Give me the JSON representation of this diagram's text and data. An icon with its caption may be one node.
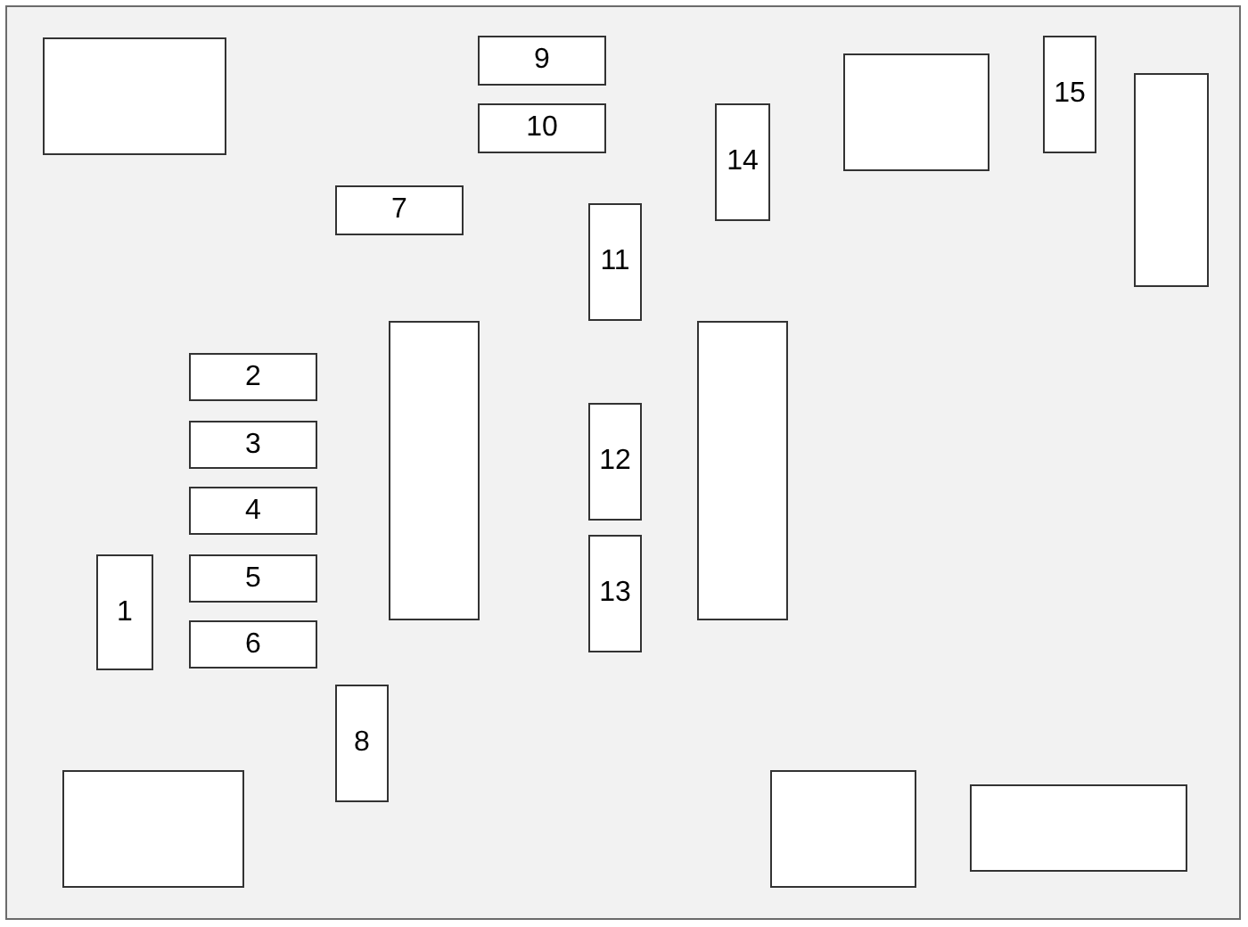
{
  "diagram": {
    "nodes": [
      {
        "text": [],
        "shape": "box"
      },
      {
        "text": [
          "1"
        ],
        "in": 0
      },
      {
        "text": [
          "2"
        ],
        "in": 0
      },
      {
        "text": [
          "3"
        ],
        "in": 0
      },
      {
        "text": [
          "4"
        ],
        "in": 0
      },
      {
        "text": [
          "5"
        ],
        "in": 0
      },
      {
        "text": [
          "6"
        ],
        "in": 0
      },
      {
        "text": [
          "7"
        ],
        "in": 0
      },
      {
        "text": [
          "8"
        ],
        "in": 0
      },
      {
        "text": [
          "9"
        ],
        "in": 0
      },
      {
        "text": [
          "10"
        ],
        "in": 0
      },
      {
        "text": [
          "11"
        ],
        "in": 0
      },
      {
        "text": [
          "12"
        ],
        "in": 0
      },
      {
        "text": [
          "13"
        ],
        "in": 0
      },
      {
        "text": [
          "14"
        ],
        "in": 0
      },
      {
        "text": [
          "15"
        ],
        "in": 0
      },
      {
        "text": [],
        "shape": "box",
        "in": 0
      },
      {
        "text": [],
        "shape": "box",
        "in": 0
      },
      {
        "text": [],
        "shape": "box",
        "in": 0
      },
      {
        "text": [],
        "shape": "box",
        "in": 0
      },
      {
        "text": [],
        "shape": "box",
        "in": 0
      },
      {
        "text": [],
        "shape": "box",
        "in": 0
      },
      {
        "text": [],
        "shape": "box",
        "in": 0
      },
      {
        "text": [],
        "shape": "box",
        "in": 0
      }
    ]
  }
}
